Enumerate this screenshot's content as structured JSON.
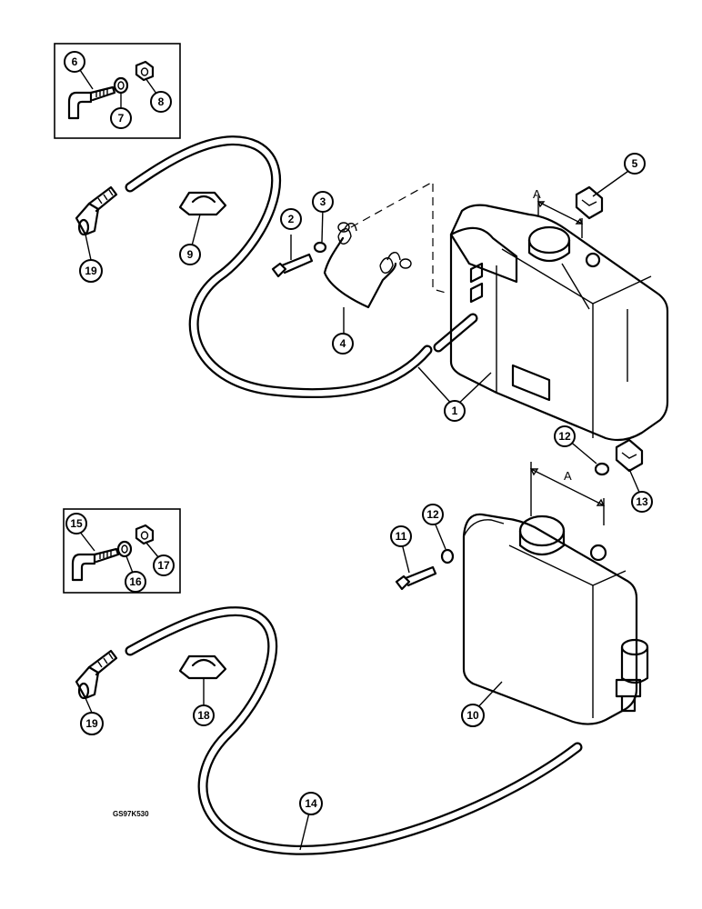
{
  "callouts": [
    {
      "id": "c1",
      "label": "1"
    },
    {
      "id": "c2",
      "label": "2"
    },
    {
      "id": "c3",
      "label": "3"
    },
    {
      "id": "c4",
      "label": "4"
    },
    {
      "id": "c5",
      "label": "5"
    },
    {
      "id": "c6",
      "label": "6"
    },
    {
      "id": "c7",
      "label": "7"
    },
    {
      "id": "c8",
      "label": "8"
    },
    {
      "id": "c9",
      "label": "9"
    },
    {
      "id": "c10",
      "label": "10"
    },
    {
      "id": "c11",
      "label": "11"
    },
    {
      "id": "c12a",
      "label": "12"
    },
    {
      "id": "c12b",
      "label": "12"
    },
    {
      "id": "c13",
      "label": "13"
    },
    {
      "id": "c14",
      "label": "14"
    },
    {
      "id": "c15",
      "label": "15"
    },
    {
      "id": "c16",
      "label": "16"
    },
    {
      "id": "c17",
      "label": "17"
    },
    {
      "id": "c18",
      "label": "18"
    },
    {
      "id": "c19a",
      "label": "19"
    },
    {
      "id": "c19b",
      "label": "19"
    }
  ],
  "dimensions": {
    "upper": "A",
    "lower": "A"
  },
  "reference_code": "GS97K530"
}
